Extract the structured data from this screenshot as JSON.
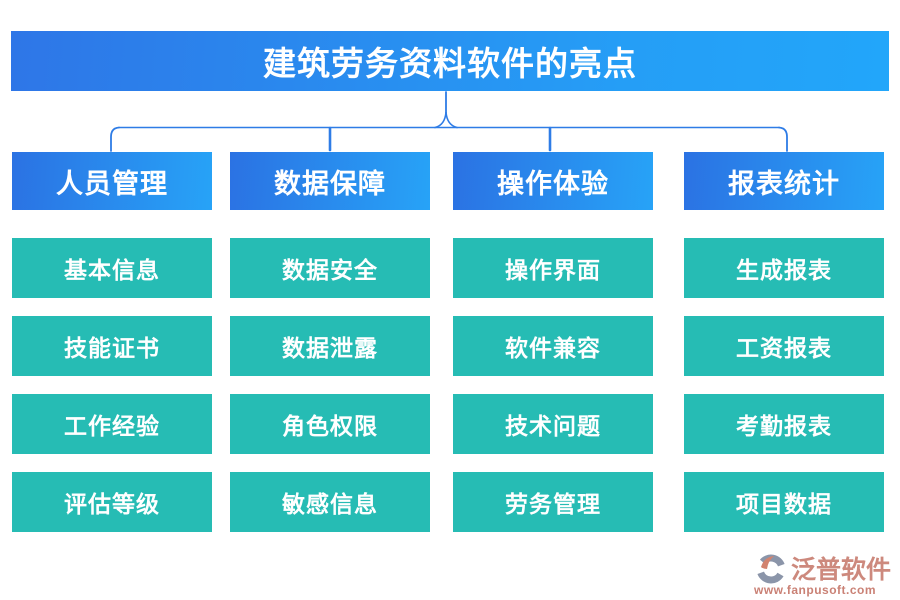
{
  "title": "建筑劳务资料软件的亮点",
  "columns": [
    {
      "header": "人员管理",
      "items": [
        "基本信息",
        "技能证书",
        "工作经验",
        "评估等级"
      ]
    },
    {
      "header": "数据保障",
      "items": [
        "数据安全",
        "数据泄露",
        "角色权限",
        "敏感信息"
      ]
    },
    {
      "header": "操作体验",
      "items": [
        "操作界面",
        "软件兼容",
        "技术问题",
        "劳务管理"
      ]
    },
    {
      "header": "报表统计",
      "items": [
        "生成报表",
        "工资报表",
        "考勤报表",
        "项目数据"
      ]
    }
  ],
  "footer": {
    "brand": "泛普软件",
    "url": "www.fanpusoft.com"
  },
  "colors": {
    "header_blue_left": "#2e76e7",
    "header_blue_right": "#22a6fa",
    "box_blue_left": "#2b72e3",
    "box_blue_right": "#27a3f7",
    "item_teal": "#26bcb4",
    "connector_blue": "#2e7ce6",
    "brand_salmon": "#cd897d",
    "logo_gray": "#8b95a9",
    "logo_salmon": "#d2836f"
  }
}
